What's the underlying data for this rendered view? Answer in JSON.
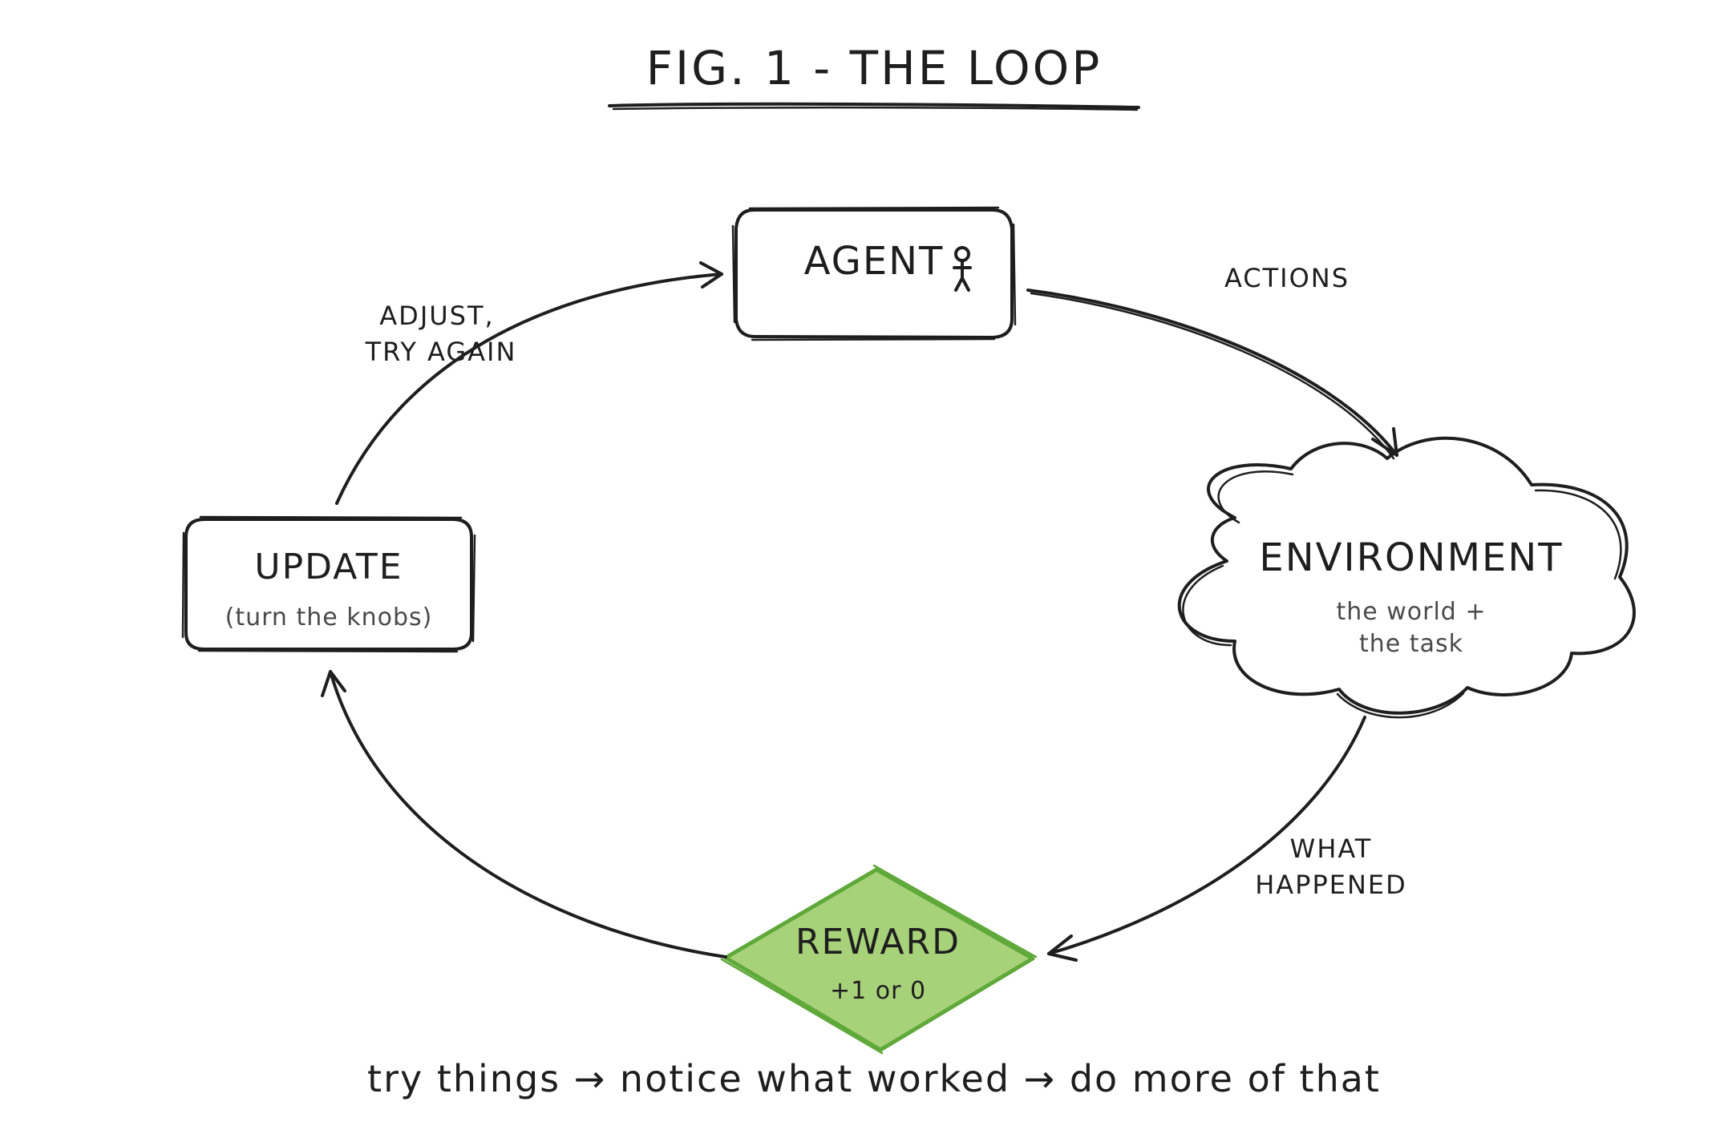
{
  "title": "FIG. 1 - THE LOOP",
  "nodes": {
    "agent": {
      "label": "AGENT"
    },
    "environment": {
      "label": "ENVIRONMENT",
      "sub_line1": "the world +",
      "sub_line2": "the task"
    },
    "reward": {
      "label": "REWARD",
      "sub": "+1 or 0",
      "fill_color": "#a8d27a",
      "stroke_color": "#5fa83a"
    },
    "update": {
      "label": "UPDATE",
      "sub": "(turn the knobs)"
    }
  },
  "edges": {
    "actions": {
      "label": "ACTIONS"
    },
    "what_happened": {
      "line1": "WHAT",
      "line2": "HAPPENED"
    },
    "adjust": {
      "line1": "ADJUST,",
      "line2": "TRY AGAIN"
    }
  },
  "caption": "try things → notice what worked → do more of that",
  "colors": {
    "ink": "#1e1e1e",
    "muted": "#4a4a4a",
    "background": "#ffffff"
  }
}
